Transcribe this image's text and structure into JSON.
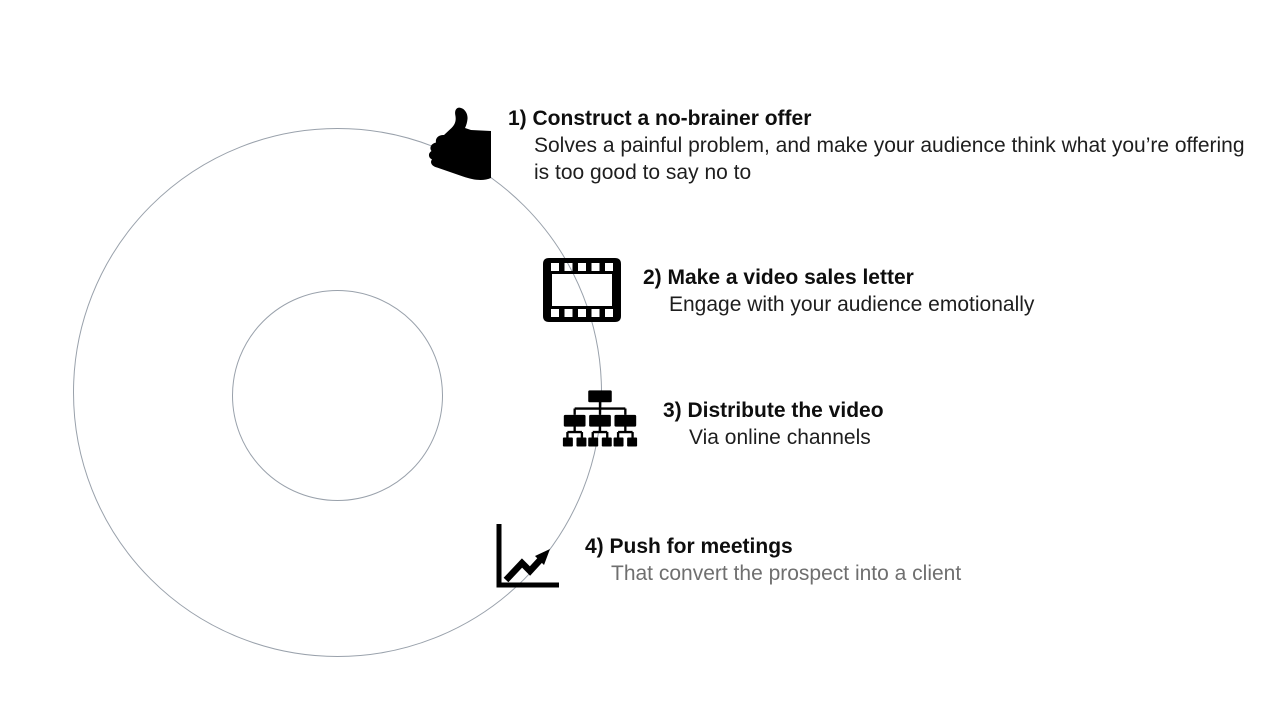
{
  "diagram": {
    "type": "circular-process-funnel",
    "colors": {
      "background": "#ffffff",
      "circle_stroke": "#99a1ab",
      "icon_fill": "#000000",
      "heading_text": "#0e0e0e",
      "body_text": "#1e1e1e",
      "muted_text": "#6f6f6f"
    },
    "steps": [
      {
        "id": 1,
        "icon": "thumbs-up-icon",
        "title": "1) Construct a no-brainer offer",
        "description": "Solves a painful problem, and make your audience think what you’re offering is too good to say no to"
      },
      {
        "id": 2,
        "icon": "film-strip-icon",
        "title": "2) Make a video sales letter",
        "description": "Engage with your audience emotionally"
      },
      {
        "id": 3,
        "icon": "org-chart-icon",
        "title": "3) Distribute the video",
        "description": "Via online channels"
      },
      {
        "id": 4,
        "icon": "line-chart-icon",
        "title": "4) Push for meetings",
        "description": "That convert the prospect into a client"
      }
    ]
  }
}
